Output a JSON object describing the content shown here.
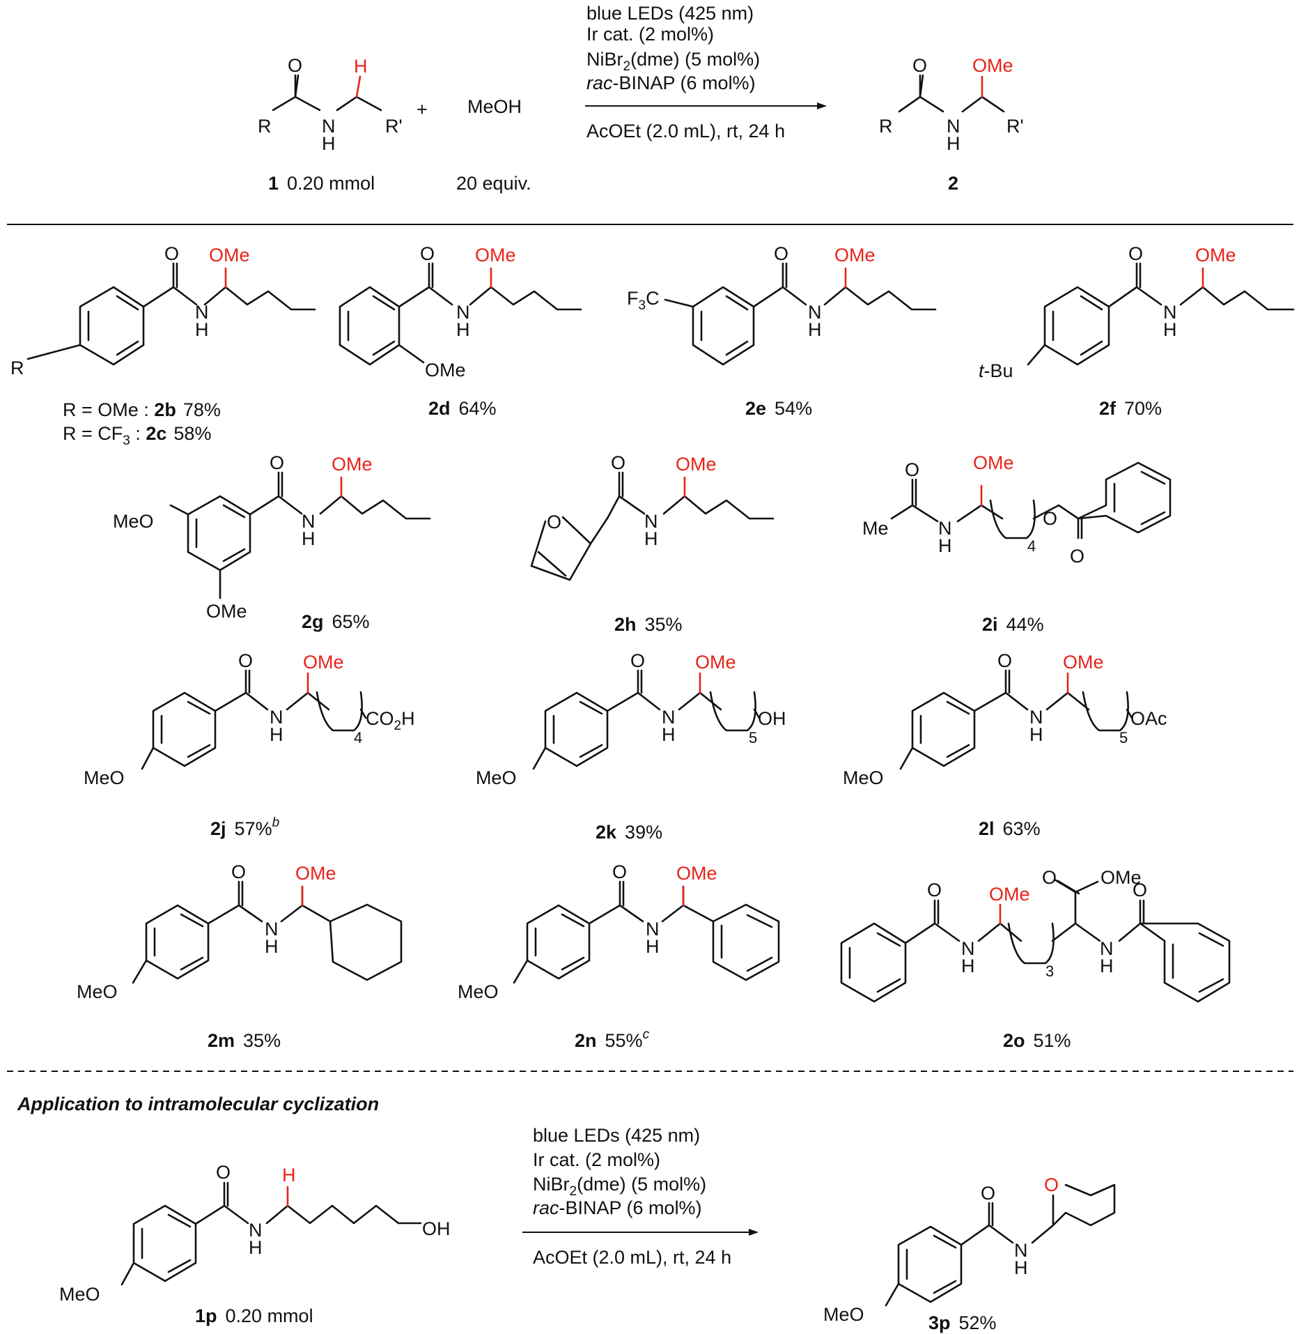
{
  "scheme": {
    "reagent_methanol": "MeOH",
    "plus": "+",
    "prime_r": "R'",
    "r": "R",
    "o": "O",
    "n": "N",
    "h": "H",
    "ome": "OMe",
    "me": "Me",
    "conditions": {
      "light": "blue LEDs (425 nm)",
      "catalyst": "Ir cat. (2 mol%)",
      "nickel_prefix": "NiBr",
      "nickel_sub": "2",
      "nickel_suffix": "(dme) (5 mol%)",
      "ligand_prefix": "rac",
      "ligand_suffix": "-BINAP (6 mol%)",
      "solvent": "AcOEt (2.0 mL), rt, 24 h"
    },
    "substrate_label": "1",
    "substrate_amount": "0.20 mmol",
    "methanol_equiv": "20 equiv.",
    "product_label": "2"
  },
  "substituents": {
    "cf3_prefix": "F",
    "cf3_sub": "3",
    "cf3_suffix": "C",
    "tbu_prefix": "t",
    "tbu_suffix": "-Bu",
    "meo": "MeO",
    "co2h_a": "CO",
    "co2h_sub": "2",
    "co2h_b": "H",
    "oh": "OH",
    "oac": "OAc",
    "n4": "4",
    "n5": "5",
    "n3": "3"
  },
  "products": {
    "b_line": {
      "prefix": "R = OMe : ",
      "label": "2b",
      "yield": "78%"
    },
    "c_line": {
      "prefix": "R = CF",
      "sub": "3",
      "mid": " : ",
      "label": "2c",
      "yield": "58%"
    },
    "d": {
      "label": "2d",
      "yield": "64%"
    },
    "e": {
      "label": "2e",
      "yield": "54%"
    },
    "f": {
      "label": "2f",
      "yield": "70%"
    },
    "g": {
      "label": "2g",
      "yield": "65%"
    },
    "h": {
      "label": "2h",
      "yield": "35%"
    },
    "i": {
      "label": "2i",
      "yield": "44%"
    },
    "j": {
      "label": "2j",
      "yield": "57%",
      "note": "b"
    },
    "k": {
      "label": "2k",
      "yield": "39%"
    },
    "l": {
      "label": "2l",
      "yield": "63%"
    },
    "m": {
      "label": "2m",
      "yield": "35%"
    },
    "n": {
      "label": "2n",
      "yield": "55%",
      "note": "c"
    },
    "o": {
      "label": "2o",
      "yield": "51%"
    }
  },
  "cyclization": {
    "heading": "Application to intramolecular cyclization",
    "conditions": {
      "light": "blue LEDs (425 nm)",
      "catalyst": "Ir cat. (2 mol%)",
      "nickel_prefix": "NiBr",
      "nickel_sub": "2",
      "nickel_suffix": "(dme) (5 mol%)",
      "ligand_prefix": "rac",
      "ligand_suffix": "-BINAP (6 mol%)",
      "solvent": "AcOEt (2.0 mL), rt, 24 h"
    },
    "substrate_label": "1p",
    "substrate_amount": "0.20 mmol",
    "product_label": "3p",
    "product_yield": "52%"
  },
  "colors": {
    "highlight": "#e8231a",
    "ink": "#111111"
  }
}
